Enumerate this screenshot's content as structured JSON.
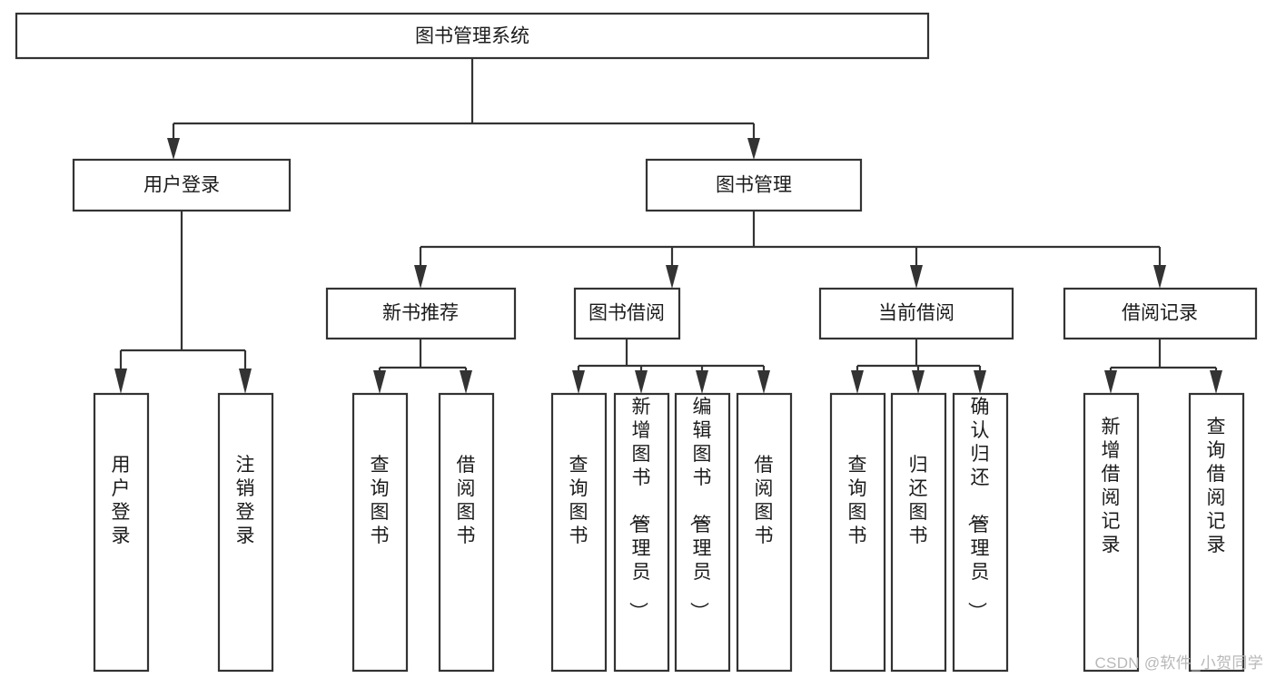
{
  "diagram": {
    "type": "tree-hierarchy-chart",
    "title": "图书管理系统",
    "background_color": "#ffffff",
    "line_color": "#333333",
    "text_color": "#1b1b1b",
    "levels": 4
  },
  "root": {
    "id": "root",
    "label": "图书管理系统",
    "orientation": "horizontal"
  },
  "level2": [
    {
      "id": "user-login",
      "label": "用户登录",
      "orientation": "horizontal"
    },
    {
      "id": "book-management",
      "label": "图书管理",
      "orientation": "horizontal"
    }
  ],
  "level3": [
    {
      "id": "new-book-recommend",
      "label": "新书推荐",
      "parent": "book-management",
      "orientation": "horizontal"
    },
    {
      "id": "book-borrow",
      "label": "图书借阅",
      "parent": "book-management",
      "orientation": "horizontal"
    },
    {
      "id": "current-borrow",
      "label": "当前借阅",
      "parent": "book-management",
      "orientation": "horizontal"
    },
    {
      "id": "borrow-record",
      "label": "借阅记录",
      "parent": "book-management",
      "orientation": "horizontal"
    }
  ],
  "leaves": [
    {
      "id": "leaf-user-login",
      "label": "用户登录",
      "parent": "user-login",
      "orientation": "vertical"
    },
    {
      "id": "leaf-logout-login",
      "label": "注销登录",
      "parent": "user-login",
      "orientation": "vertical"
    },
    {
      "id": "leaf-query-book-1",
      "label": "查询图书",
      "parent": "new-book-recommend",
      "orientation": "vertical"
    },
    {
      "id": "leaf-borrow-book-1",
      "label": "借阅图书",
      "parent": "new-book-recommend",
      "orientation": "vertical"
    },
    {
      "id": "leaf-query-book-2",
      "label": "查询图书",
      "parent": "book-borrow",
      "orientation": "vertical"
    },
    {
      "id": "leaf-add-book",
      "label": "新增图书（管理员）",
      "parent": "book-borrow",
      "orientation": "vertical"
    },
    {
      "id": "leaf-edit-book",
      "label": "编辑图书（管理员）",
      "parent": "book-borrow",
      "orientation": "vertical"
    },
    {
      "id": "leaf-borrow-book-2",
      "label": "借阅图书",
      "parent": "book-borrow",
      "orientation": "vertical"
    },
    {
      "id": "leaf-query-book-3",
      "label": "查询图书",
      "parent": "current-borrow",
      "orientation": "vertical"
    },
    {
      "id": "leaf-return-book",
      "label": "归还图书",
      "parent": "current-borrow",
      "orientation": "vertical"
    },
    {
      "id": "leaf-confirm-return",
      "label": "确认归还（管理员）",
      "parent": "current-borrow",
      "orientation": "vertical"
    },
    {
      "id": "leaf-add-record",
      "label": "新增借阅记录",
      "parent": "borrow-record",
      "orientation": "vertical"
    },
    {
      "id": "leaf-query-record",
      "label": "查询借阅记录",
      "parent": "borrow-record",
      "orientation": "vertical"
    }
  ],
  "watermark": {
    "text": "CSDN @软件_小贺同学"
  }
}
